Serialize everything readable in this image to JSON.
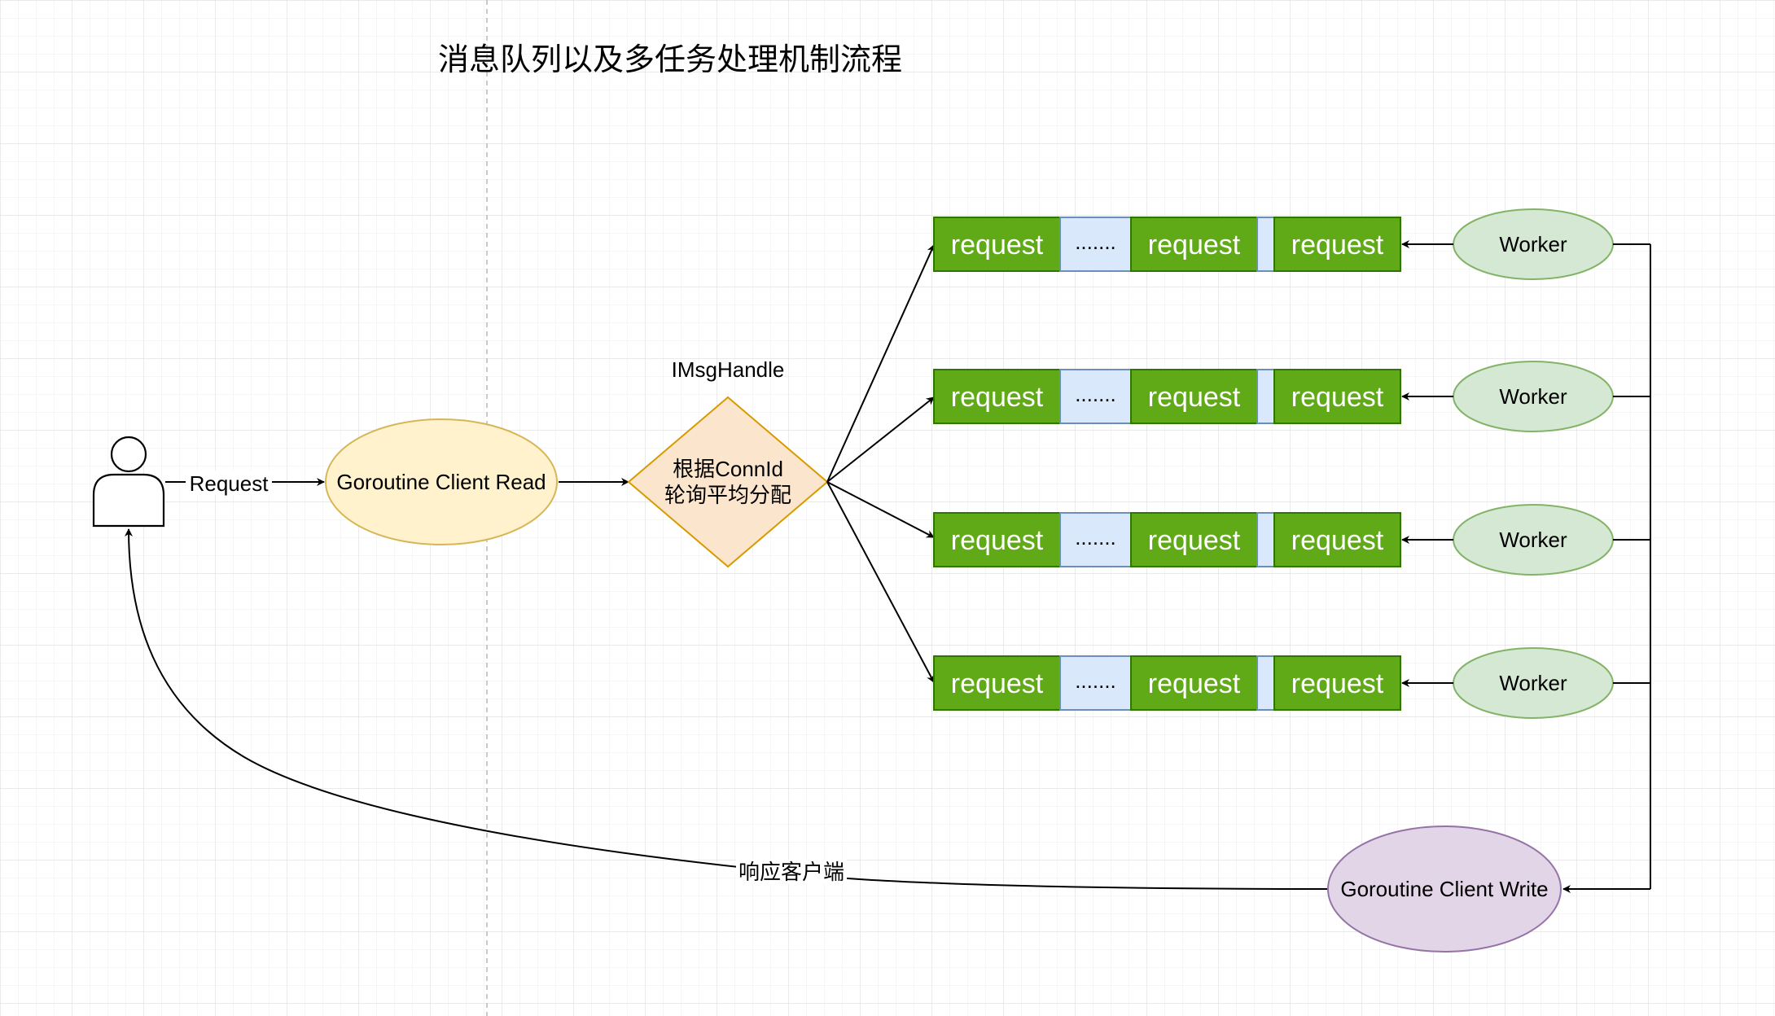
{
  "title": "消息队列以及多任务处理机制流程",
  "client": {
    "request_label": "Request",
    "response_label": "响应客户端"
  },
  "reader": {
    "label": "Goroutine Client Read",
    "fill": "#fff2cc",
    "stroke": "#d6b656"
  },
  "handler": {
    "caption": "IMsgHandle",
    "line1": "根据ConnId",
    "line2": "轮询平均分配",
    "fill": "#fce5cd",
    "stroke": "#d79b00"
  },
  "queues": [
    {
      "cells": [
        "request",
        ".......",
        "request",
        "request"
      ],
      "worker": "Worker"
    },
    {
      "cells": [
        "request",
        ".......",
        "request",
        "request"
      ],
      "worker": "Worker"
    },
    {
      "cells": [
        "request",
        ".......",
        "request",
        "request"
      ],
      "worker": "Worker"
    },
    {
      "cells": [
        "request",
        ".......",
        "request",
        "request"
      ],
      "worker": "Worker"
    }
  ],
  "writer": {
    "label": "Goroutine Client Write",
    "fill": "#e1d5e7",
    "stroke": "#9673a6"
  },
  "colors": {
    "request_fill": "#60a917",
    "request_stroke": "#2d7600",
    "gap_fill": "#dae8fc",
    "gap_stroke": "#6c8ebf",
    "worker_fill": "#d5e8d4",
    "worker_stroke": "#82b366",
    "grid": "#e6e6e6"
  }
}
